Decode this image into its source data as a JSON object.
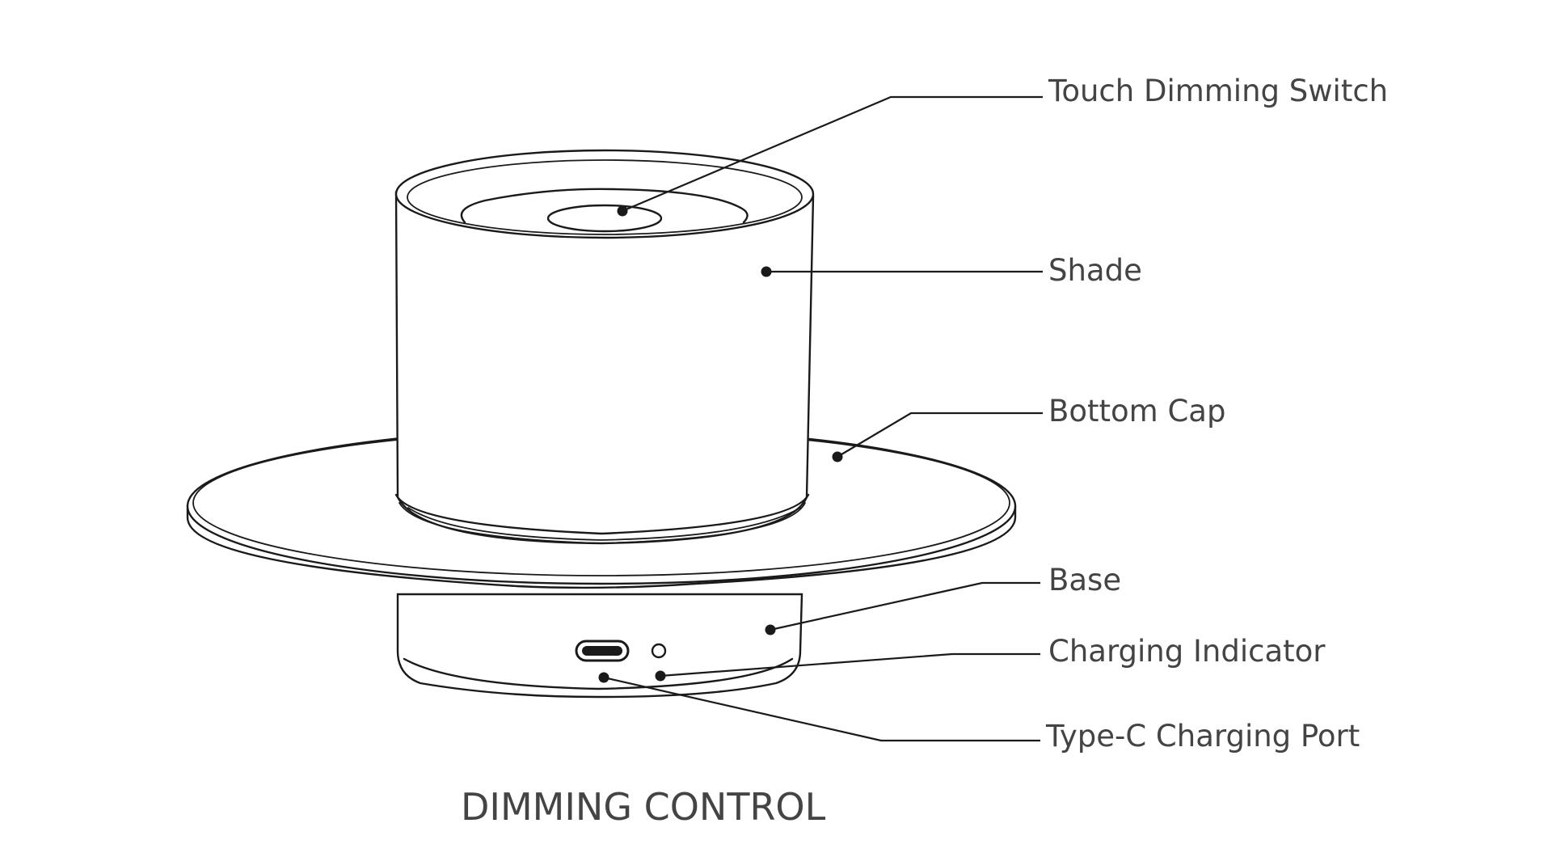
{
  "diagram": {
    "caption": "DIMMING CONTROL",
    "parts": [
      {
        "id": "touch_dimming_switch",
        "label": "Touch Dimming Switch"
      },
      {
        "id": "shade",
        "label": "Shade"
      },
      {
        "id": "bottom_cap",
        "label": "Bottom Cap"
      },
      {
        "id": "base",
        "label": "Base"
      },
      {
        "id": "charging_indicator",
        "label": "Charging Indicator"
      },
      {
        "id": "type_c_port",
        "label": "Type-C Charging Port"
      }
    ]
  }
}
